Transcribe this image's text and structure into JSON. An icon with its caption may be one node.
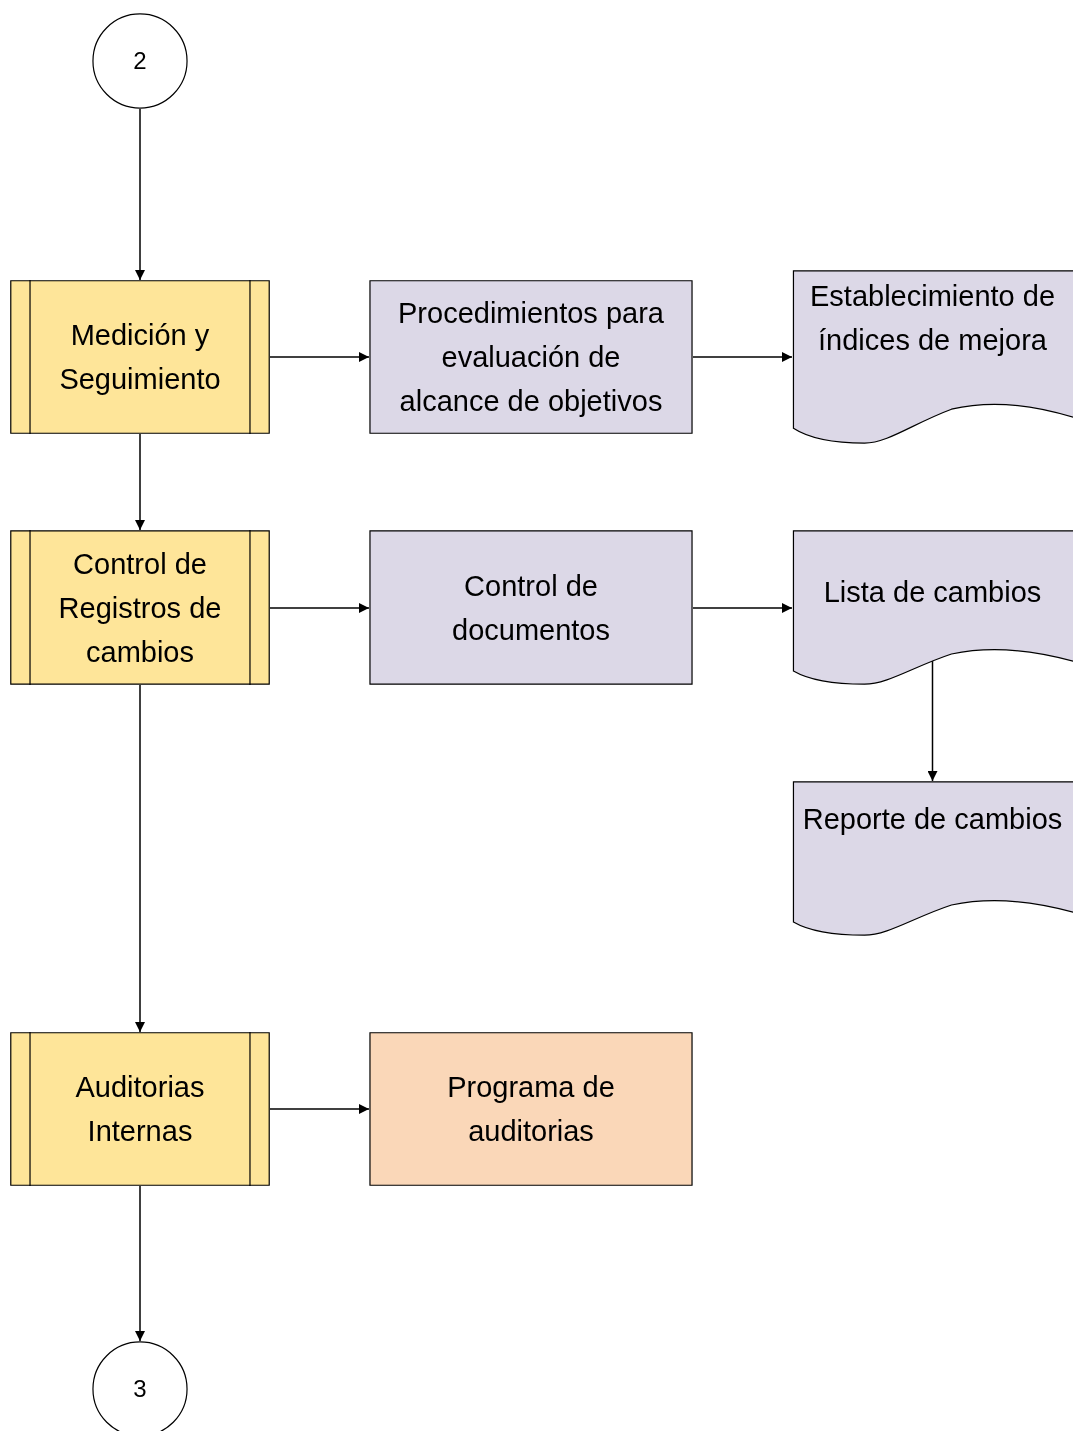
{
  "diagram": {
    "nodes": [
      {
        "text": [
          "2"
        ]
      },
      {
        "text": [
          "Medición y Seguimiento"
        ]
      },
      {
        "text": [
          "Procedimientos para evaluación de alcance de objetivos"
        ]
      },
      {
        "text": [
          "Establecimiento de índices de mejora"
        ]
      },
      {
        "text": [
          "Control de Registros de cambios"
        ]
      },
      {
        "text": [
          "Control de documentos"
        ]
      },
      {
        "text": [
          "Lista de cambios"
        ]
      },
      {
        "text": [
          "Reporte de cambios"
        ]
      },
      {
        "text": [
          "Auditorias Internas"
        ]
      },
      {
        "text": [
          "Programa de auditorias"
        ]
      },
      {
        "text": [
          "3"
        ]
      }
    ],
    "edges": [
      {
        "from": 0,
        "to": 1,
        "arrow": "to"
      },
      {
        "from": 1,
        "to": 2,
        "arrow": "to"
      },
      {
        "from": 2,
        "to": 3,
        "arrow": "to"
      },
      {
        "from": 1,
        "to": 4,
        "arrow": "to"
      },
      {
        "from": 4,
        "to": 5,
        "arrow": "to"
      },
      {
        "from": 5,
        "to": 6,
        "arrow": "to"
      },
      {
        "from": 6,
        "to": 7,
        "arrow": "to"
      },
      {
        "from": 4,
        "to": 8,
        "arrow": "to"
      },
      {
        "from": 8,
        "to": 9,
        "arrow": "to"
      },
      {
        "from": 8,
        "to": 10,
        "arrow": "to"
      }
    ]
  }
}
